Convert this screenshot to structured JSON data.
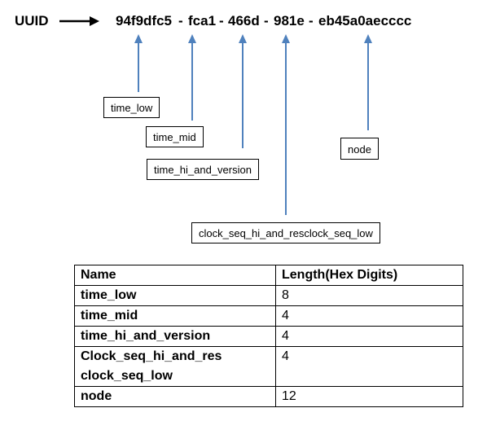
{
  "uuid": {
    "label": "UUID",
    "segments": [
      "94f9dfc5",
      "fca1",
      "466d",
      "981e",
      "eb45a0aecccc"
    ],
    "separator": "-"
  },
  "fields": {
    "time_low": "time_low",
    "time_mid": "time_mid",
    "time_hi_and_version": "time_hi_and_version",
    "node": "node",
    "clock_seq": "clock_seq_hi_and_resclock_seq_low"
  },
  "table": {
    "headers": [
      "Name",
      "Length(Hex Digits)"
    ],
    "rows": [
      {
        "name": [
          "time_low"
        ],
        "length": "8"
      },
      {
        "name": [
          "time_mid"
        ],
        "length": "4"
      },
      {
        "name": [
          "time_hi_and_version"
        ],
        "length": "4"
      },
      {
        "name": [
          "Clock_seq_hi_and_res",
          "clock_seq_low"
        ],
        "length": "4"
      },
      {
        "name": [
          "node"
        ],
        "length": "12"
      }
    ]
  }
}
